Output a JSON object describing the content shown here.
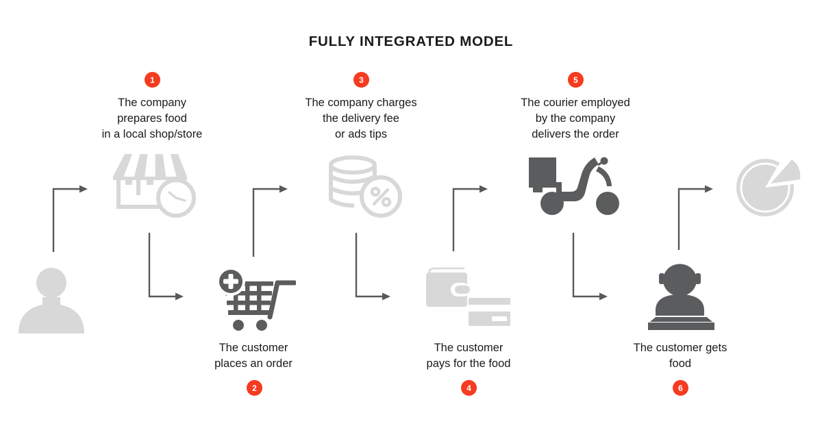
{
  "title": "FULLY INTEGRATED MODEL",
  "colors": {
    "accent": "#f53b20",
    "icon-dark": "#5b5c5e",
    "icon-light": "#d8d8d8",
    "arrow": "#58595b",
    "text": "#1a1a1a"
  },
  "steps": [
    {
      "number": "1",
      "lines": [
        "The company",
        "prepares food",
        "in a local shop/store"
      ],
      "icon": "storefront-clock-icon"
    },
    {
      "number": "2",
      "lines": [
        "The customer",
        "places an order"
      ],
      "icon": "cart-add-icon"
    },
    {
      "number": "3",
      "lines": [
        "The company charges",
        "the delivery fee",
        "or ads tips"
      ],
      "icon": "coins-percent-icon"
    },
    {
      "number": "4",
      "lines": [
        "The customer",
        "pays for the food"
      ],
      "icon": "wallet-card-icon"
    },
    {
      "number": "5",
      "lines": [
        "The courier employed",
        "by the company",
        "delivers the order"
      ],
      "icon": "delivery-scooter-icon"
    },
    {
      "number": "6",
      "lines": [
        "The customer gets",
        "food"
      ],
      "icon": "customer-counter-icon"
    }
  ],
  "actors": {
    "start": "person-icon",
    "end": "pizza-icon"
  }
}
